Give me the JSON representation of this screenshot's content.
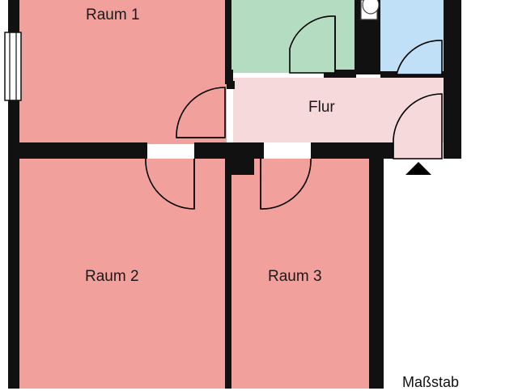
{
  "floorplan": {
    "rooms": [
      {
        "id": "raum1",
        "label": "Raum 1",
        "color": "#f2a09c"
      },
      {
        "id": "kueche",
        "label": "",
        "color": "#b3dcc0"
      },
      {
        "id": "bad",
        "label": "",
        "color": "#bfe0f6"
      },
      {
        "id": "flur",
        "label": "Flur",
        "color": "#f6d9da"
      },
      {
        "id": "raum2",
        "label": "Raum 2",
        "color": "#f2a09c"
      },
      {
        "id": "raum3",
        "label": "Raum 3",
        "color": "#f2a09c"
      }
    ],
    "wall_color": "#111111",
    "door_swing_color": "#000000",
    "scale_label": "Maßstab"
  }
}
